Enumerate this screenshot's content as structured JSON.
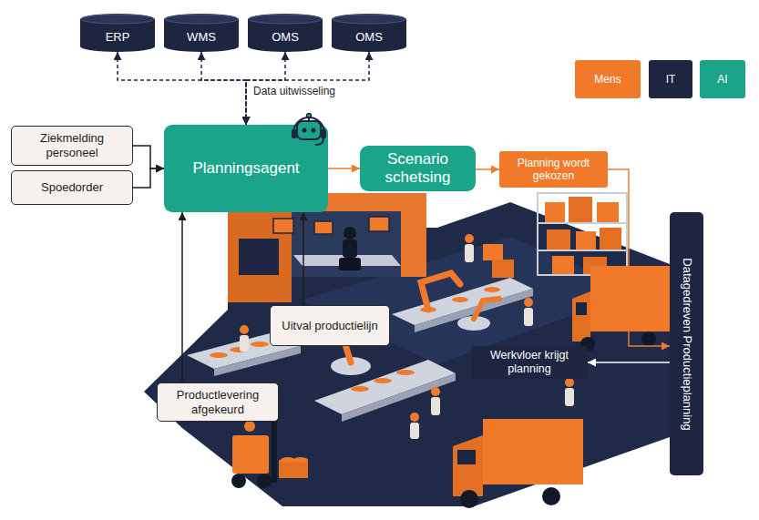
{
  "diagram": {
    "nodes": [
      {
        "text": [
          "ERP"
        ]
      },
      {
        "text": [
          "WMS"
        ]
      },
      {
        "text": [
          "OMS"
        ]
      },
      {
        "text": [
          "OMS"
        ]
      },
      {
        "text": [
          "Ziekmelding personeel"
        ]
      },
      {
        "text": [
          "Spoedorder"
        ]
      },
      {
        "text": [
          "Planningsagent"
        ]
      },
      {
        "text": [
          "Scenario schetsing"
        ]
      },
      {
        "text": [
          "Planning wordt gekozen"
        ]
      },
      {
        "text": [
          "Datagedreven Productieplanning"
        ]
      },
      {
        "text": [
          "Uitval productielijn"
        ]
      },
      {
        "text": [
          "Werkvloer krijgt planning"
        ]
      },
      {
        "text": [
          "Productlevering afgekeurd"
        ]
      }
    ],
    "edges": [
      {
        "from": 0,
        "to": 6,
        "arrow": "both"
      },
      {
        "from": 1,
        "to": 6,
        "arrow": "both"
      },
      {
        "from": 2,
        "to": 6,
        "arrow": "both"
      },
      {
        "from": 3,
        "to": 6,
        "arrow": "both"
      },
      {
        "from": 4,
        "to": 6,
        "arrow": "to"
      },
      {
        "from": 5,
        "to": 6,
        "arrow": "to"
      },
      {
        "from": 6,
        "to": 7,
        "arrow": "to"
      },
      {
        "from": 7,
        "to": 8,
        "arrow": "to"
      },
      {
        "from": 8,
        "to": 9,
        "arrow": "to"
      },
      {
        "from": 9,
        "to": 11,
        "arrow": "to"
      },
      {
        "from": 10,
        "to": 6,
        "arrow": "to"
      },
      {
        "from": 12,
        "to": 6,
        "arrow": "to"
      }
    ],
    "labels": [
      "Data uitwisseling"
    ],
    "legend": [
      {
        "text": "Mens",
        "color": "#f07a2a"
      },
      {
        "text": "IT",
        "color": "#1d2540"
      },
      {
        "text": "AI",
        "color": "#1aa58a"
      }
    ]
  }
}
